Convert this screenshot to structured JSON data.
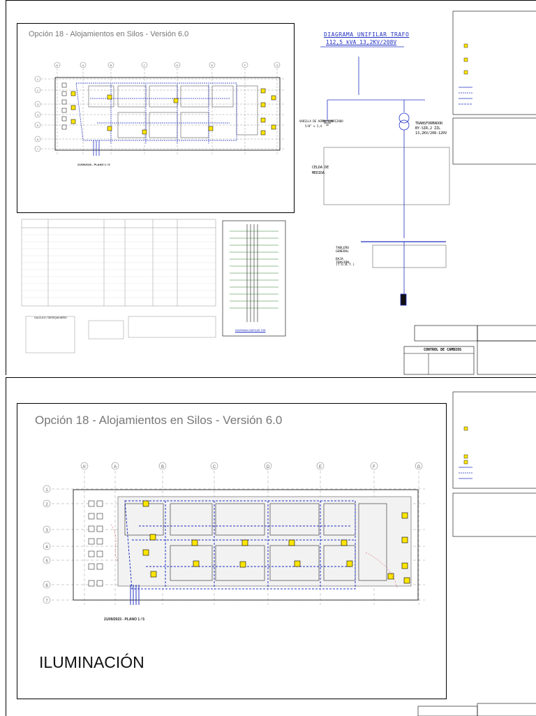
{
  "sheet1": {
    "plan_title": "Opción 18 - Alojamientos en Silos - Versión 6.0",
    "plan_caption": "21/09/2023 - PLANO 1 / 5",
    "grid_cols": [
      "A'",
      "A",
      "B",
      "C",
      "D",
      "E",
      "F",
      "G"
    ],
    "grid_rows": [
      "1",
      "2",
      "3",
      "4",
      "5",
      "6",
      "7"
    ],
    "diagram_title": "DIAGRAMA UNIFILAR TRAFO",
    "diagram_subtitle": "112,5 kVA 13,2KV/208V",
    "transformer_label": "TRANSFORMADOR",
    "transformer_spec": "BY-SIR,2 ZZL",
    "transformer_spec2": "13,2KV/208-120V",
    "ground_rod_label": "VARILLA DE ACERO COBRIZADO",
    "ground_rod_spec": "5/8\" x 2,4",
    "tablero_label": "TABLERO GENERAL",
    "tablero_sub": "BAJA TENSIÓN",
    "tablero_id": "(T.G.B.T.)",
    "celda_label": "CELDA DE MEDIDA",
    "control_table_title": "CONTROL DE CAMBIOS",
    "load_table_caption": "CALCULO / DESEQUILIBRIO",
    "unifilar_caption": "DIAGRAMA UNIFILAR TGB"
  },
  "sheet2": {
    "plan_title": "Opción 18 - Alojamientos en Silos - Versión 6.0",
    "plan_caption": "21/09/2023 - PLANO 1 / 5",
    "section_title": "ILUMINACIÓN",
    "grid_cols": [
      "A'",
      "A",
      "B",
      "C",
      "D",
      "E",
      "F",
      "G"
    ],
    "grid_rows": [
      "1",
      "2",
      "3",
      "4",
      "5",
      "6",
      "7"
    ]
  },
  "colors": {
    "wire_blue": "#2030c0",
    "highlight_yellow": "#ffe600",
    "grid_gray": "#888888",
    "title_gray": "#777777"
  }
}
